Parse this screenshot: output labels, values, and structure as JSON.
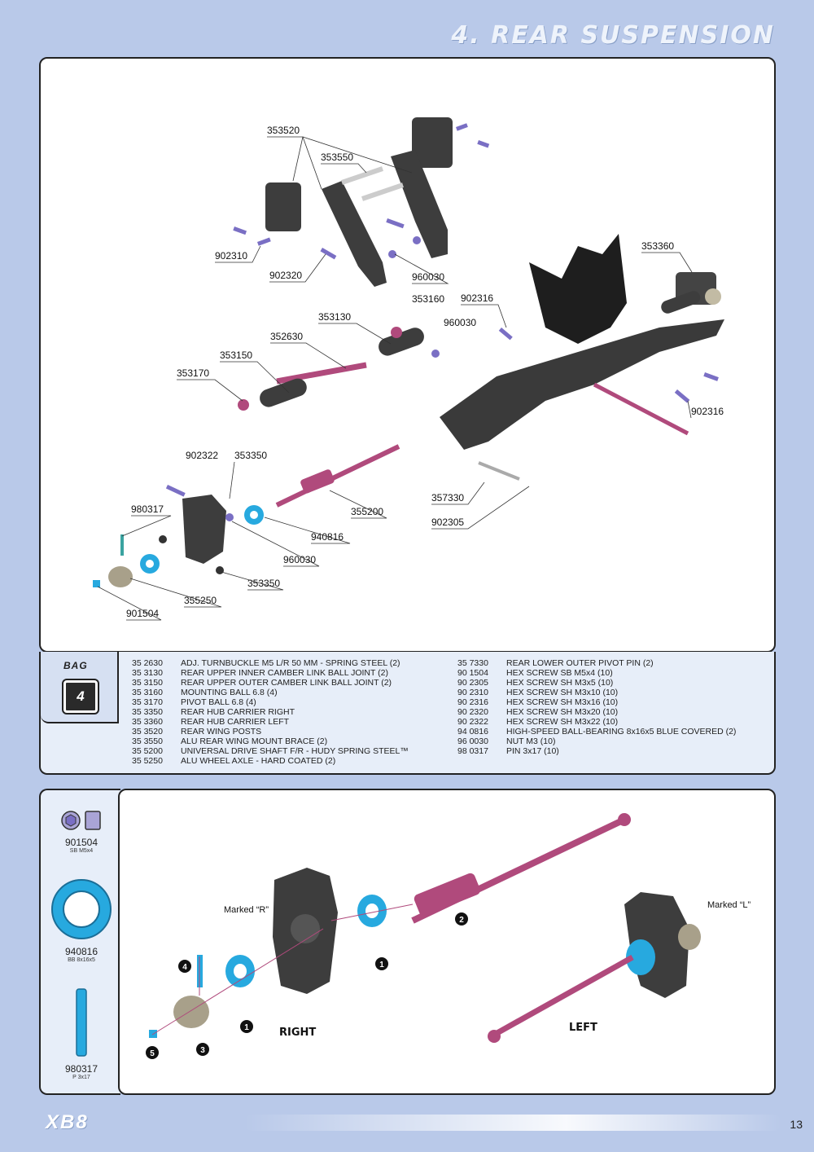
{
  "page": {
    "title": "4. REAR SUSPENSION",
    "number": "13",
    "brand": "XB8"
  },
  "diagram": {
    "callouts": [
      {
        "id": "c1",
        "text": "353520"
      },
      {
        "id": "c2",
        "text": "353550"
      },
      {
        "id": "c3",
        "text": "902310"
      },
      {
        "id": "c4",
        "text": "902320"
      },
      {
        "id": "c5",
        "text": "960030"
      },
      {
        "id": "c6",
        "text": "353360"
      },
      {
        "id": "c7",
        "text": "353160"
      },
      {
        "id": "c8",
        "text": "902316"
      },
      {
        "id": "c9",
        "text": "353130"
      },
      {
        "id": "c10",
        "text": "960030"
      },
      {
        "id": "c11",
        "text": "352630"
      },
      {
        "id": "c12",
        "text": "353150"
      },
      {
        "id": "c13",
        "text": "353170"
      },
      {
        "id": "c14",
        "text": "902316"
      },
      {
        "id": "c15",
        "text": "902322"
      },
      {
        "id": "c16",
        "text": "353350"
      },
      {
        "id": "c17",
        "text": "980317"
      },
      {
        "id": "c18",
        "text": "357330"
      },
      {
        "id": "c19",
        "text": "355200"
      },
      {
        "id": "c20",
        "text": "902305"
      },
      {
        "id": "c21",
        "text": "940816"
      },
      {
        "id": "c22",
        "text": "960030"
      },
      {
        "id": "c23",
        "text": "353350"
      },
      {
        "id": "c24",
        "text": "355250"
      },
      {
        "id": "c25",
        "text": "901504"
      }
    ]
  },
  "bag": {
    "label": "BAG",
    "number": "4"
  },
  "parts_left": [
    {
      "code": "35 2630",
      "desc": "ADJ. TURNBUCKLE M5 L/R 50 MM  - SPRING STEEL (2)"
    },
    {
      "code": "35 3130",
      "desc": "REAR UPPER INNER CAMBER LINK BALL JOINT (2)"
    },
    {
      "code": "35 3150",
      "desc": "REAR UPPER OUTER CAMBER LINK BALL JOINT (2)"
    },
    {
      "code": "35 3160",
      "desc": "MOUNTING BALL 6.8 (4)"
    },
    {
      "code": "35 3170",
      "desc": "PIVOT BALL 6.8 (4)"
    },
    {
      "code": "35 3350",
      "desc": "REAR HUB CARRIER RIGHT"
    },
    {
      "code": "35 3360",
      "desc": "REAR HUB CARRIER LEFT"
    },
    {
      "code": "35 3520",
      "desc": "REAR WING POSTS"
    },
    {
      "code": "35 3550",
      "desc": "ALU REAR WING MOUNT BRACE (2)"
    },
    {
      "code": "35 5200",
      "desc": "UNIVERSAL DRIVE SHAFT F/R - HUDY SPRING STEEL™"
    },
    {
      "code": "35 5250",
      "desc": "ALU WHEEL AXLE - HARD COATED (2)"
    }
  ],
  "parts_right": [
    {
      "code": "35 7330",
      "desc": "REAR LOWER OUTER PIVOT PIN (2)"
    },
    {
      "code": "90 1504",
      "desc": "HEX SCREW  SB M5x4  (10)"
    },
    {
      "code": "90 2305",
      "desc": "HEX SCREW  SH M3x5  (10)"
    },
    {
      "code": "90 2310",
      "desc": "HEX SCREW  SH M3x10  (10)"
    },
    {
      "code": "90 2316",
      "desc": "HEX SCREW  SH M3x16  (10)"
    },
    {
      "code": "90 2320",
      "desc": "HEX SCREW  SH M3x20  (10)"
    },
    {
      "code": "90 2322",
      "desc": "HEX SCREW  SH M3x22  (10)"
    },
    {
      "code": "94 0816",
      "desc": "HIGH-SPEED BALL-BEARING 8x16x5 BLUE COVERED (2)"
    },
    {
      "code": "96 0030",
      "desc": "NUT M3  (10)"
    },
    {
      "code": "98 0317",
      "desc": "PIN 3x17  (10)"
    }
  ],
  "hardware": [
    {
      "code": "901504",
      "spec": "SB M5x4",
      "icon": "set-screw-icon"
    },
    {
      "code": "940816",
      "spec": "BB 8x16x5",
      "icon": "bearing-icon"
    },
    {
      "code": "980317",
      "spec": "P 3x17",
      "icon": "pin-icon"
    }
  ],
  "assembly": {
    "marked_r": "Marked “R”",
    "marked_l": "Marked “L”",
    "right_label": "RIGHT",
    "left_label": "LEFT",
    "steps": [
      "1",
      "1",
      "2",
      "3",
      "4",
      "5"
    ]
  },
  "colors": {
    "background": "#b9c9e9",
    "panel": "#ffffff",
    "parts_panel": "#e7eef9",
    "part_dark": "#3d3d3d",
    "driveshaft": "#b04a7c",
    "bearing": "#27a9df",
    "screw": "#7a6fc4"
  }
}
